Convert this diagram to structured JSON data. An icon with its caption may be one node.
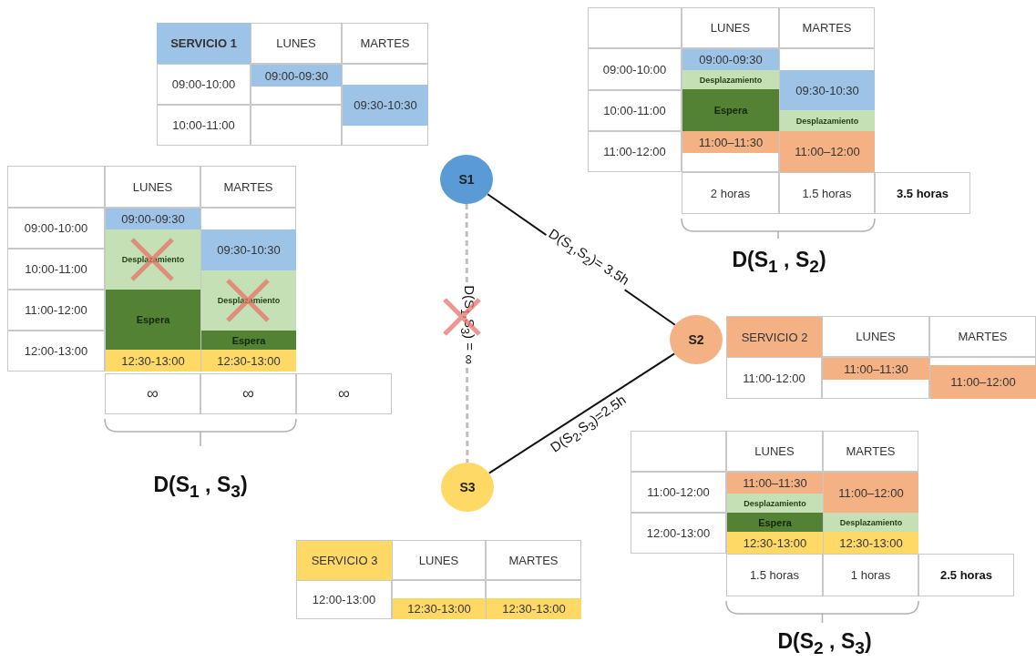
{
  "diagram": {
    "nodes": [
      {
        "text": [
          "S1"
        ]
      },
      {
        "text": [
          "S2"
        ]
      },
      {
        "text": [
          "S3"
        ]
      }
    ],
    "edges": [
      {
        "from": 0,
        "to": 1,
        "arrow": "none",
        "label": "D(S$_{1}$,S$_{2}$)= 3.5h"
      },
      {
        "from": 1,
        "to": 2,
        "arrow": "none",
        "label": "D(S$_{2}$,S$_{3}$)=2.5h"
      },
      {
        "from": 0,
        "to": 2,
        "arrow": "none",
        "label": "D(S$_{1}$,S$_{3}$) = ∞",
        "style": "dashed",
        "color": "#bfbfbf"
      }
    ],
    "labels": [
      "SERVICIO 1",
      "LUNES",
      "MARTES",
      "09:00-10:00",
      "09:00-09:30",
      "10:00-11:00",
      "09:30-10:30",
      "LUNES",
      "MARTES",
      "09:00-10:00",
      "09:00-09:30",
      "Desplazamiento",
      "09:30-10:30",
      "10:00-11:00",
      "Espera",
      "Desplazamiento",
      "11:00-12:00",
      "11:00–11:30",
      "11:00–12:00",
      "2 horas",
      "1.5 horas",
      "3.5 horas",
      "D(S$_{1}$ , S$_{2}$)",
      "LUNES",
      "MARTES",
      "09:00-10:00",
      "09:00-09:30",
      "Desplazamiento",
      "09:30-10:30",
      "10:00-11:00",
      "Desplazamiento",
      "11:00-12:00",
      "Espera",
      "12:00-13:00",
      "Espera",
      "12:30-13:00",
      "12:30-13:00",
      "∞",
      "∞",
      "∞",
      "D(S$_{1}$ , S$_{3}$)",
      "SERVICIO 2",
      "LUNES",
      "MARTES",
      "11:00-12:00",
      "11:00–11:30",
      "11:00–12:00",
      "LUNES",
      "MARTES",
      "11:00-12:00",
      "11:00–11:30",
      "11:00–12:00",
      "Desplazamiento",
      "12:00-13:00",
      "Espera",
      "Desplazamiento",
      "12:30-13:00",
      "12:30-13:00",
      "1.5 horas",
      "1 horas",
      "2.5 horas",
      "D(S$_{2}$ , S$_{3}$)",
      "SERVICIO 3",
      "LUNES",
      "MARTES",
      "12:00-13:00",
      "12:30-13:00",
      "12:30-13:00"
    ]
  }
}
